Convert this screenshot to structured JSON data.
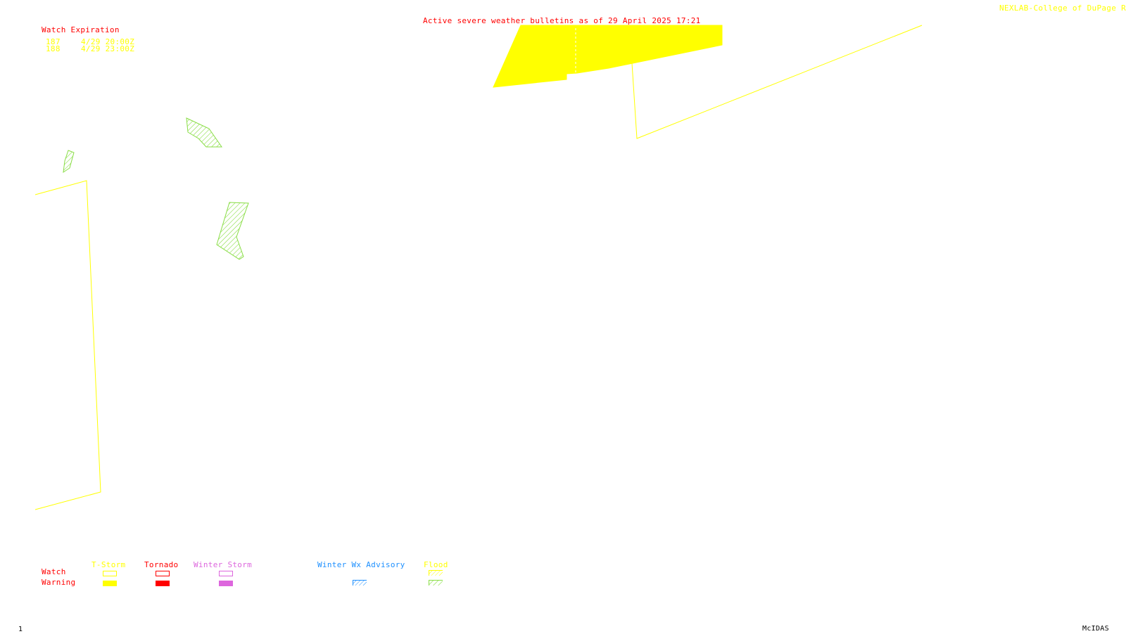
{
  "header": {
    "title": "Active severe weather bulletins as of 29 April 2025 17:21",
    "credit": "NEXLAB-College of DuPage R"
  },
  "watch_expiration": {
    "heading": "Watch Expiration",
    "rows": [
      {
        "id": "187",
        "time": "4/29 20:00Z"
      },
      {
        "id": "188",
        "time": "4/29 23:00Z"
      }
    ]
  },
  "legend": {
    "row_labels": {
      "watch": "Watch",
      "warning": "Warning"
    },
    "categories": [
      {
        "label": "T-Storm",
        "color": "#ffff00"
      },
      {
        "label": "Tornado",
        "color": "#ff0000"
      },
      {
        "label": "Winter Storm",
        "color": "#dd66dd"
      },
      {
        "label": "Winter Wx Advisory",
        "color": "#1e90ff"
      },
      {
        "label": "Flood",
        "color": "#ffff00"
      }
    ]
  },
  "footer": {
    "frame_number": "1",
    "software": "McIDAS"
  },
  "colors": {
    "background": "#ffffff",
    "watch_outline": "#ffff00",
    "flood_warning": "#88dd44",
    "title_red": "#ff0000"
  }
}
